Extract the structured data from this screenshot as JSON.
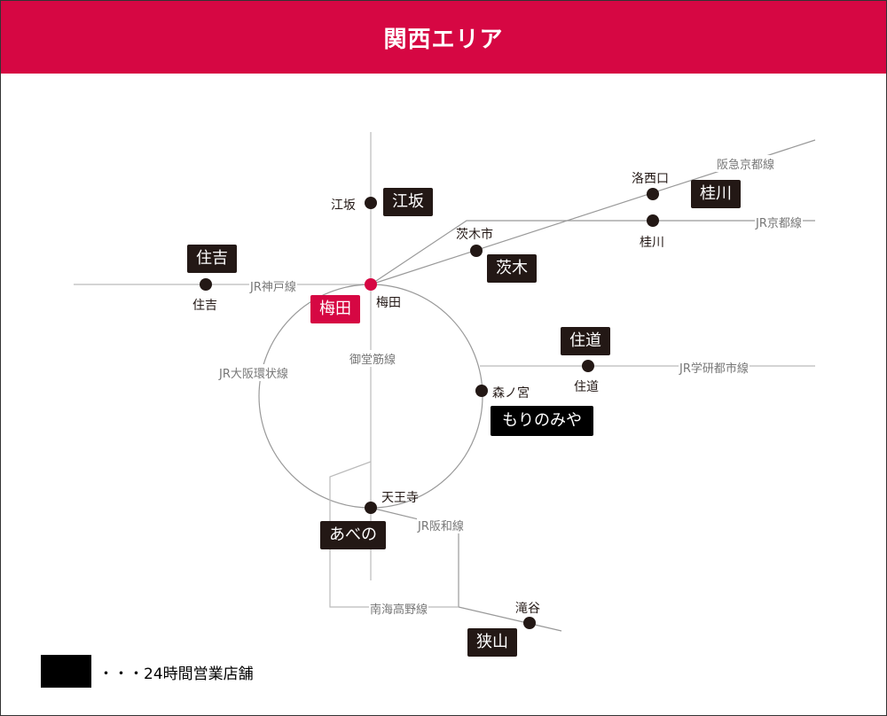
{
  "title": "関西エリア",
  "colors": {
    "accent": "#d60743",
    "box": "#231815",
    "line": "#bbbbbb"
  },
  "lines": {
    "hankyu_kyoto": "阪急京都線",
    "jr_kyoto": "JR京都線",
    "jr_kobe": "JR神戸線",
    "midosuji": "御堂筋線",
    "jr_osaka_loop": "JR大阪環状線",
    "jr_gakkentoshi": "JR学研都市線",
    "jr_hanwa": "JR阪和線",
    "nankai_koya": "南海高野線"
  },
  "stations": {
    "esaka": "江坂",
    "umeda": "梅田",
    "sumiyoshi": "住吉",
    "ibarakishi": "茨木市",
    "rakusaiguchi": "洛西口",
    "katsuragawa": "桂川",
    "sumiyoshi2": "住道",
    "morinomiya": "森ノ宮",
    "tennoji": "天王寺",
    "takiya": "滝谷"
  },
  "stores": {
    "esaka": "江坂",
    "umeda": "梅田",
    "sumiyoshi": "住吉",
    "ibaraki": "茨木",
    "katsuragawa": "桂川",
    "suminodo": "住道",
    "morinomiya": "もりのみや",
    "abeno": "あべの",
    "sayama": "狭山"
  },
  "legend": "・・・24時間営業店舗"
}
